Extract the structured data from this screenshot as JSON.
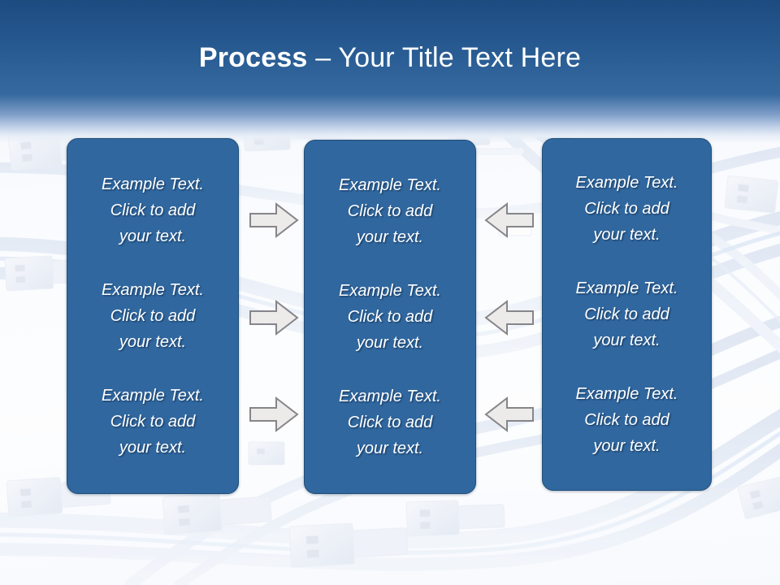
{
  "slide": {
    "title_bold": "Process",
    "title_rest": " – Your Title Text Here",
    "background_description": "usb-cables-photo",
    "colors": {
      "header_top": "#1d4b80",
      "header_mid": "#36699f",
      "box_fill": "#30679f",
      "box_border": "#1f4e79",
      "text": "#ffffff",
      "arrow_fill": "#eceaea",
      "arrow_stroke": "#8a8a8a",
      "page_background": "#f4f7fc"
    }
  },
  "columns": [
    {
      "id": "column-left",
      "paragraphs": [
        "Example Text.\nClick  to add\nyour text.",
        "Example Text.\nClick  to add\nyour text.",
        "Example Text.\nClick  to add\nyour text."
      ]
    },
    {
      "id": "column-middle",
      "paragraphs": [
        "Example Text.\nClick  to add\nyour text.",
        "Example Text.\nClick  to add\nyour text.",
        "Example Text.\nClick  to add\nyour text."
      ]
    },
    {
      "id": "column-right",
      "paragraphs": [
        "Example Text.\nClick  to add\nyour text.",
        "Example Text.\nClick  to add\nyour text.",
        "Example Text.\nClick  to add\nyour text."
      ]
    }
  ],
  "arrows": {
    "left_group_direction": "right",
    "right_group_direction": "left",
    "count_per_group": 3
  }
}
